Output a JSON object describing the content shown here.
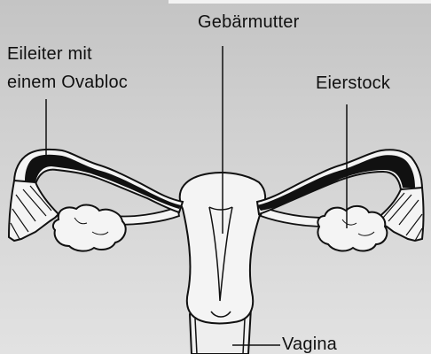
{
  "labels": {
    "uterus": "Gebärmutter",
    "tube_line1": "Eileiter mit",
    "tube_line2": "einem Ovabloc",
    "ovary": "Eierstock",
    "vagina": "Vagina"
  },
  "colors": {
    "background": "#d0d0d0",
    "outline": "#111111",
    "organ_fill": "#f4f4f4",
    "tube_band": "#111111"
  }
}
